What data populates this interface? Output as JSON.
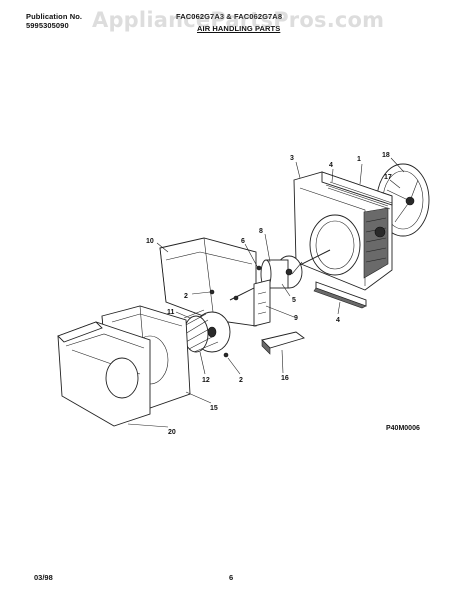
{
  "header": {
    "publication_label": "Publication No.",
    "publication_number": "5995305090",
    "models": "FAC062G7A3 & FAC062G7A8",
    "section_title": "AIR HANDLING PARTS"
  },
  "watermark": "AppliancePartsPros.com",
  "diagram": {
    "callouts": [
      "1",
      "3",
      "4",
      "18",
      "17",
      "10",
      "6",
      "8",
      "2",
      "5",
      "11",
      "9",
      "4",
      "2",
      "12",
      "16",
      "15",
      "20"
    ],
    "code": "P40M0006"
  },
  "footer": {
    "date": "03/98",
    "page": "6"
  }
}
